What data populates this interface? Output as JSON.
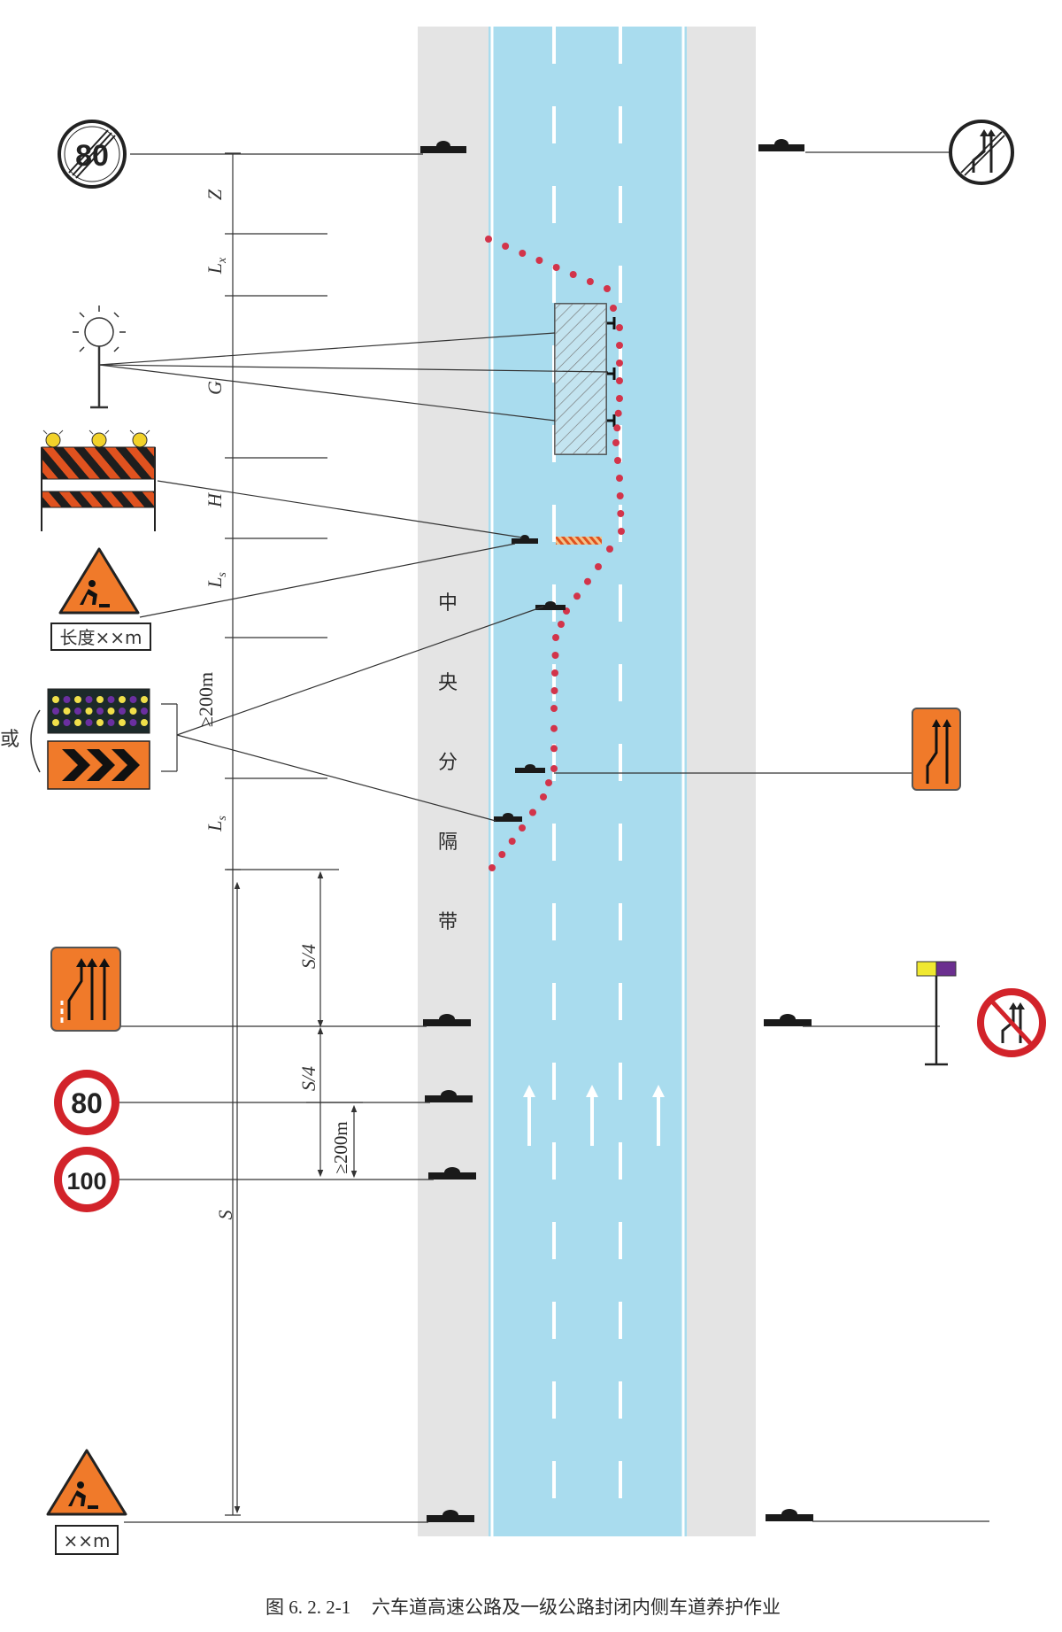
{
  "caption": {
    "number": "图 6. 2. 2-1",
    "title": "六车道高速公路及一级公路封闭内侧车道养护作业"
  },
  "median_label": [
    "中",
    "央",
    "分",
    "隔",
    "带"
  ],
  "dimensions": {
    "z": "Z",
    "lx": "L",
    "lx_sub": "x",
    "g": "G",
    "h": "H",
    "ls": "L",
    "ls_sub": "s",
    "ge200": "≥200m",
    "s": "S",
    "s4": "S/4"
  },
  "signs": {
    "speed_80": "80",
    "speed_100": "100",
    "length_plate": "长度××m",
    "distance_plate": "××m",
    "or_label": "或"
  },
  "colors": {
    "road": "#a9dcee",
    "shoulder": "#e4e4e4",
    "cone_dots": "#d2344a",
    "orange_sign": "#f0782a",
    "red_ring": "#d2232a"
  }
}
